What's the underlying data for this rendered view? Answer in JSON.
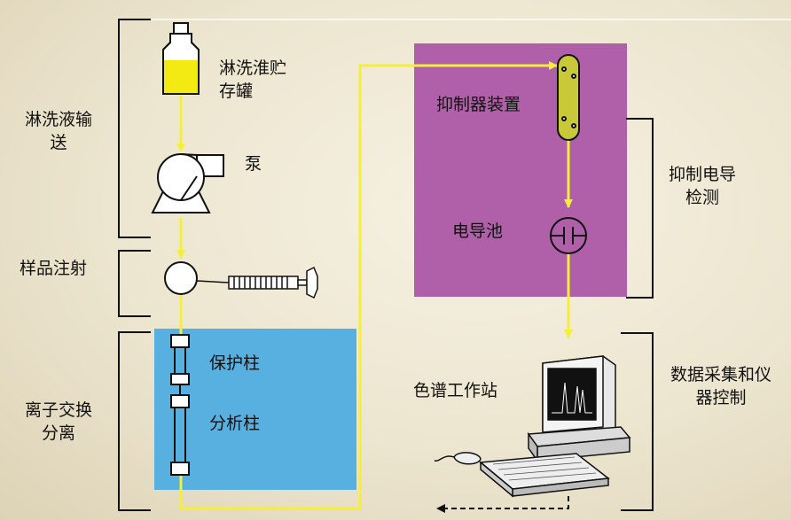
{
  "labels": {
    "eluent_reservoir": [
      "淋洗淮贮",
      "存罐"
    ],
    "pump": "泵",
    "eluent_delivery": [
      "淋洗液输",
      "送"
    ],
    "sample_injection": "样品注射",
    "ion_exchange": [
      "离子交换",
      "分离"
    ],
    "guard_column": "保护柱",
    "analytical_column": "分析柱",
    "suppressor": "抑制器装置",
    "conductivity_cell": "电导池",
    "suppressed_detection": [
      "抑制电导",
      "检测"
    ],
    "workstation": "色谱工作站",
    "data_acquisition": [
      "数据采集和仪",
      "器控制"
    ]
  },
  "colors": {
    "flow_line": "#f5ef3a",
    "detection_panel": "#b060a8",
    "separation_panel": "#58b0e0",
    "reservoir_liquid": "#f2ea10",
    "suppressor_fill": "#c8c838"
  },
  "icons": [
    "bottle-icon",
    "pump-icon",
    "injection-valve-icon",
    "syringe-icon",
    "guard-column-icon",
    "analytical-column-icon",
    "suppressor-icon",
    "conductivity-cell-icon",
    "computer-icon",
    "keyboard-icon",
    "mouse-icon"
  ]
}
